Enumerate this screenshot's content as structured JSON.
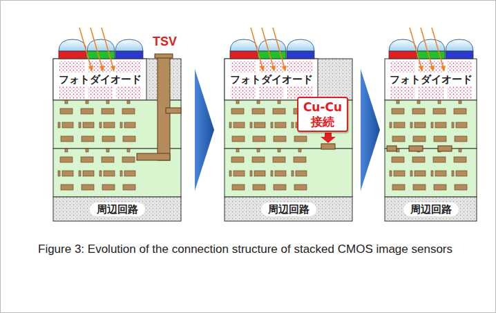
{
  "diagram": {
    "caption": "Figure 3: Evolution of the connection structure of stacked CMOS image sensors",
    "nodes": [
      {
        "text": [
          "フォトダイオード"
        ]
      },
      {
        "text": [
          "周辺回路"
        ]
      },
      {
        "text": [
          "フォトダイオード"
        ]
      },
      {
        "text": [
          "Cu-Cu 接続"
        ]
      },
      {
        "text": [
          "周辺回路"
        ]
      },
      {
        "text": [
          "フォトダイオード"
        ]
      },
      {
        "text": [
          "周辺回路"
        ]
      }
    ],
    "labels": [
      "TSV"
    ]
  }
}
